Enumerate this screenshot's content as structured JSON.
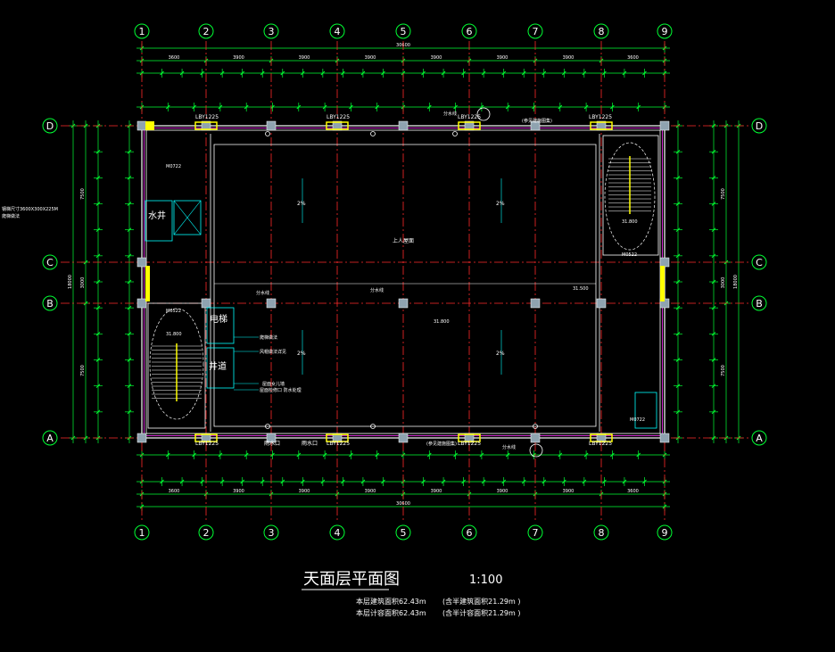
{
  "colors": {
    "background": "#000000",
    "axis_line": "#ff2a2a",
    "grid_bubble": "#00ff33",
    "dimension": "#00ff33",
    "wall": "#ffffff",
    "wall_accent": "#ff33ff",
    "column": "#8fa3b0",
    "window": "#ffff00",
    "room_line": "#00ffff",
    "text_white": "#ffffff",
    "text_green": "#00ff33",
    "text_yellow": "#ffff00",
    "text_cyan": "#00ffff"
  },
  "grid": {
    "columns": [
      "1",
      "2",
      "3",
      "4",
      "5",
      "6",
      "7",
      "8",
      "9"
    ],
    "rows": [
      "D",
      "C",
      "B",
      "A"
    ]
  },
  "dimensions": {
    "top_total": "30600",
    "bottom_total": "30600",
    "top_bays": [
      "3600",
      "3900",
      "3900",
      "3900",
      "3900",
      "3900",
      "3900",
      "3600"
    ],
    "bottom_bays": [
      "3600",
      "3900",
      "3900",
      "3900",
      "3900",
      "3900",
      "3900",
      "3600"
    ],
    "left_total": "18000",
    "right_total": "18000",
    "left_bays": [
      "7500",
      "3000",
      "7500"
    ],
    "right_bays": [
      "7500",
      "3000",
      "7500"
    ]
  },
  "labels": {
    "window_tag_1": "LBY1225",
    "window_tag_2": "LBY1225",
    "window_tag_3": "LBY1225",
    "window_tag_4": "LBY1225",
    "window_tag_5": "LBY1225",
    "window_tag_6": "LBY1225",
    "window_tag_7": "LBY1225",
    "window_tag_8": "LBY1225",
    "door_tag_1": "M0722",
    "door_tag_2": "M0522",
    "door_tag_3": "M0522",
    "door_tag_4": "M0722",
    "water_tank": "水井",
    "elevator": "电梯",
    "shaft": "井道",
    "roof_walk": "上人屋面",
    "level_1": "31.800",
    "level_2": "31.800",
    "level_3": "31.800",
    "level_4": "31.500",
    "slope_1": "2%",
    "slope_2": "2%",
    "slope_3": "2%",
    "slope_4": "2%",
    "drain_1": "雨水口",
    "drain_2": "雨水口",
    "note_left": "钢梯尺寸3600X300X225M",
    "note_left_2": "爬梯做法",
    "note_mid_1": "爬梯做法",
    "note_mid_2": "风帽做法详见",
    "note_mid_3": "屋面女儿墙",
    "note_mid_4": "屋面检修口 防水处理",
    "note_top": "分水线",
    "note_top_2": "分水线",
    "overflow_1": "分水线",
    "overflow_2": "分水线",
    "top_right_note": "(参见建施图集)",
    "bottom_mid_note": "(参见建施图集)"
  },
  "title_block": {
    "title": "天面层平面图",
    "scale": "1:100",
    "area_line_1": "本层建筑面积62.43m",
    "area_line_1_suffix": "(含半建筑面积21.29m )",
    "area_line_2": "本层计容面积62.43m",
    "area_line_2_suffix": "(含半计容面积21.29m )"
  }
}
